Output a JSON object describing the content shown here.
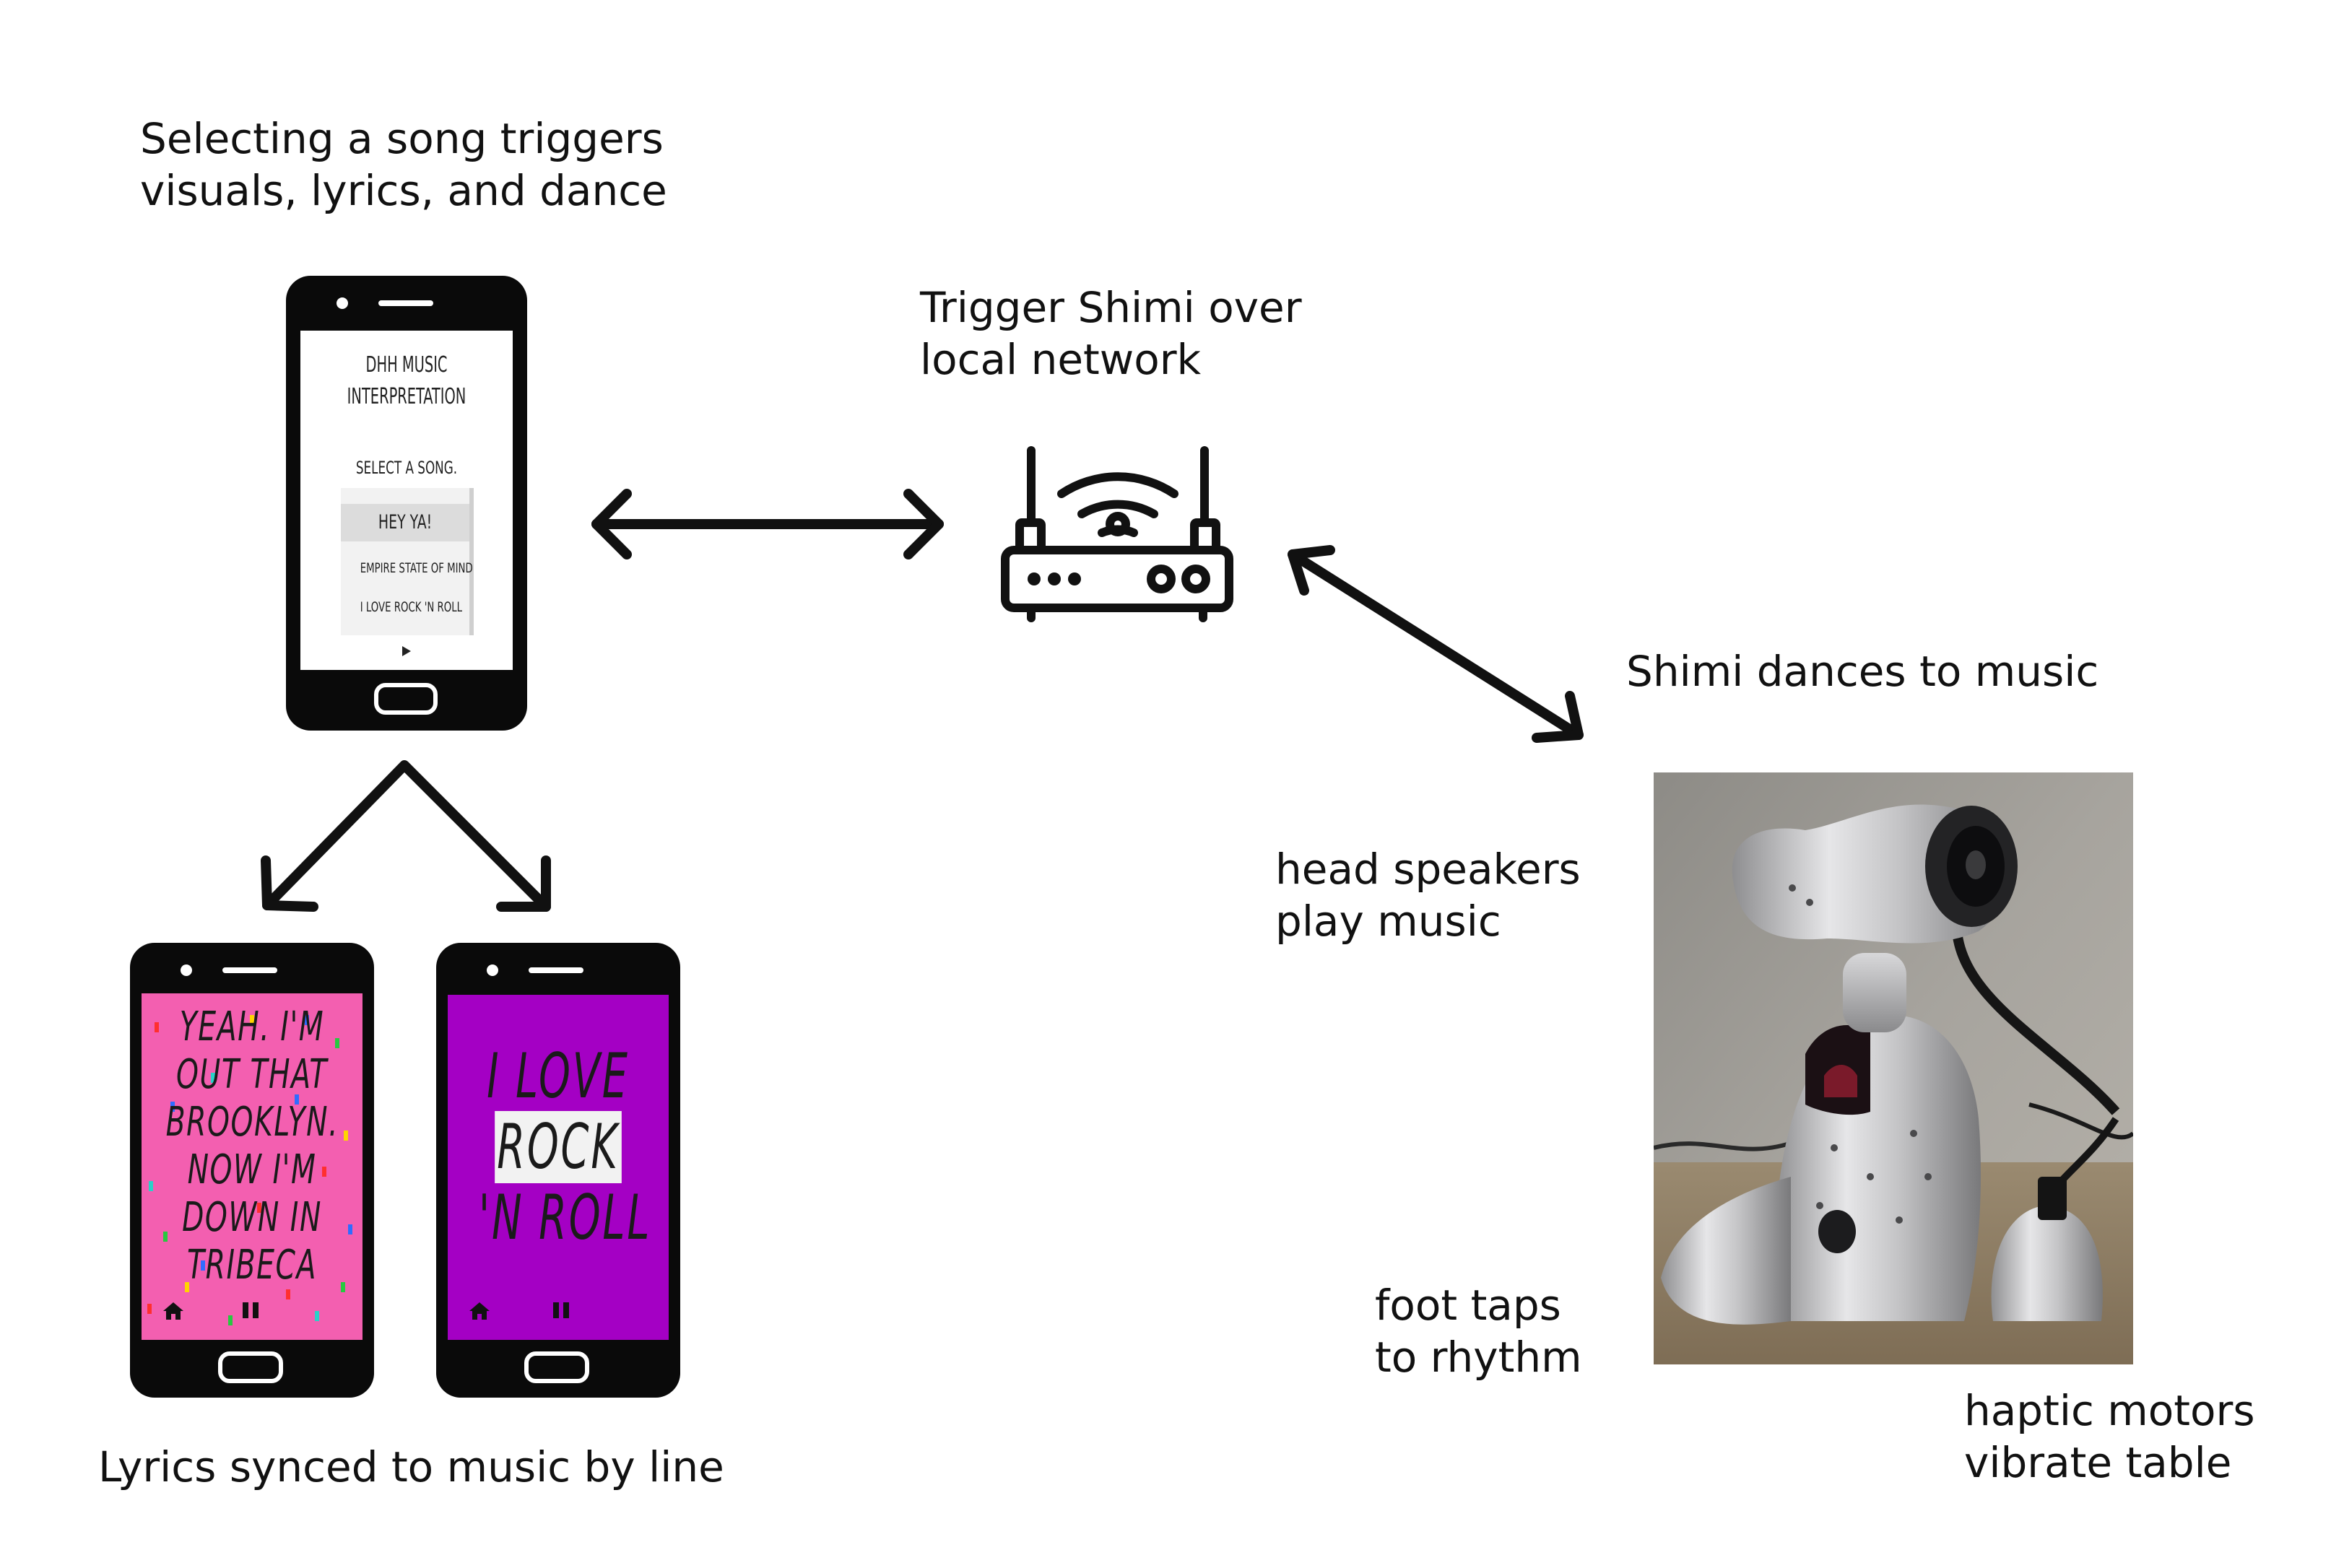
{
  "captions": {
    "select_song": [
      "Selecting a song triggers",
      "visuals, lyrics, and dance"
    ],
    "trigger": [
      "Trigger Shimi over",
      "local network"
    ],
    "dances": "Shimi dances to music",
    "head": [
      "head speakers",
      "play music"
    ],
    "foot": [
      "foot taps",
      "to rhythm"
    ],
    "haptic": [
      "haptic motors",
      "vibrate table"
    ],
    "lyrics_synced": "Lyrics synced to music by line"
  },
  "menu_phone": {
    "title": [
      "DHH MUSIC",
      "INTERPRETATION"
    ],
    "prompt": "SELECT A SONG.",
    "songs": [
      "HEY YA!",
      "EMPIRE STATE OF MIND",
      "I LOVE ROCK 'N ROLL"
    ],
    "selected_index": 0
  },
  "lyric_phone_1": {
    "lines": [
      "YEAH. I'M",
      "OUT THAT",
      "BROOKLYN.",
      "NOW I'M",
      "DOWN IN",
      "TRIBECA"
    ],
    "background": "#f35fb0"
  },
  "lyric_phone_2": {
    "line1": "I LOVE",
    "line2_highlight": "ROCK",
    "line3": "'N ROLL",
    "background": "#a400c4"
  },
  "icons": {
    "router": "wifi-router-icon",
    "home": "home-icon",
    "pause": "pause-icon",
    "play": "play-icon"
  },
  "colors": {
    "ink": "#111111",
    "phone_body": "#0a0a0a"
  }
}
